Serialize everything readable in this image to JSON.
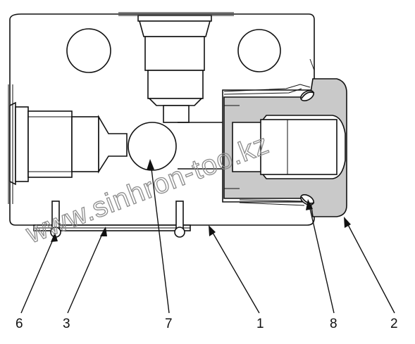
{
  "watermark": "www.sinhron-too.kz",
  "callouts": [
    "6",
    "3",
    "7",
    "1",
    "8",
    "2"
  ]
}
